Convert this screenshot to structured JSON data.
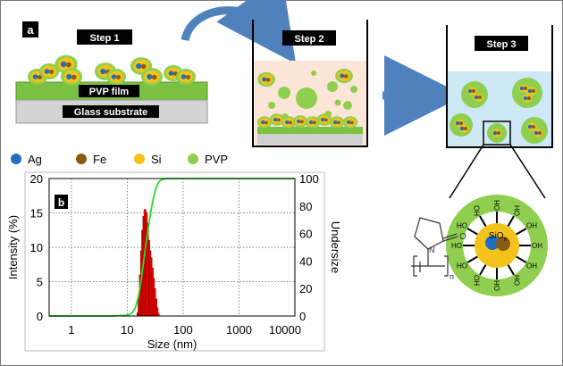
{
  "panel_a": {
    "label": "a",
    "step1": "Step 1",
    "step2": "Step 2",
    "step3": "Step 3",
    "pvp_film": "PVP film",
    "glass_substrate": "Glass substrate"
  },
  "legend": {
    "items": [
      {
        "label": "Ag",
        "color": "#1f6fc0"
      },
      {
        "label": "Fe",
        "color": "#8b5a14"
      },
      {
        "label": "Si",
        "color": "#f3c21b"
      },
      {
        "label": "PVP",
        "color": "#8fcf4f"
      }
    ]
  },
  "molecule": {
    "oxygen": "O",
    "nitrogen": "N",
    "repeat": "n"
  },
  "zoom": {
    "core_label": "SiO",
    "core_subscript": "x",
    "hydroxyl": "OH",
    "hydroxyl_reversed": "HO"
  },
  "colors": {
    "ag": "#1f6fc0",
    "fe": "#8b5a14",
    "si": "#f3c21b",
    "pvp": "#8fcf4f",
    "pvp_film": "#7bc142",
    "glass": "#d3d3d3",
    "beaker_step2_fill": "#fde6d8",
    "beaker_step3_fill": "#cfe8f7",
    "arrow": "#4f81bd",
    "histogram": "#e10000",
    "cumulative": "#22dd22"
  },
  "chart_data": {
    "type": "bar",
    "panel_label": "b",
    "xlabel": "Size (nm)",
    "ylabel": "Intensity (%)",
    "y2label": "Undersize",
    "xscale": "log",
    "xlim": [
      0.4,
      10000
    ],
    "ylim": [
      0,
      20
    ],
    "y2lim": [
      0,
      100
    ],
    "grid": true,
    "x_ticks": [
      "1",
      "10",
      "100",
      "1000",
      "10000"
    ],
    "y_ticks": [
      "0",
      "5",
      "10",
      "15",
      "20"
    ],
    "y2_ticks": [
      "0",
      "20",
      "40",
      "60",
      "80",
      "100"
    ],
    "series": [
      {
        "kind": "histogram",
        "x": [
          15.5,
          16.3,
          17.1,
          18.0,
          18.9,
          19.8,
          20.8,
          21.9,
          23.0,
          24.2,
          25.4,
          26.7,
          28.0,
          29.4,
          30.9,
          32.5,
          34.1,
          35.8
        ],
        "values": [
          0.5,
          2.5,
          6.0,
          9.5,
          12.5,
          14.5,
          15.5,
          15.0,
          13.5,
          11.0,
          9.5,
          8.5,
          7.0,
          5.5,
          4.0,
          2.5,
          1.2,
          0.4
        ]
      },
      {
        "kind": "cumulative",
        "axis": "right",
        "x": [
          0.4,
          5,
          10,
          12,
          14,
          16,
          18,
          20,
          22,
          25,
          28,
          32,
          36,
          40,
          50,
          100,
          10000
        ],
        "values": [
          0,
          0,
          0.5,
          2,
          6,
          15,
          28,
          42,
          55,
          70,
          82,
          92,
          97,
          99,
          100,
          100,
          100
        ]
      }
    ]
  }
}
